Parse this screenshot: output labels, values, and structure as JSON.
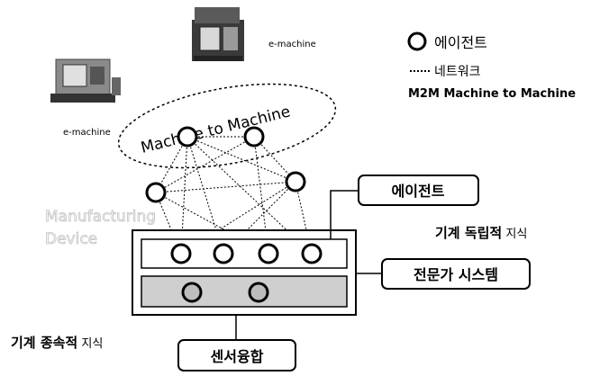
{
  "legend": {
    "agent_label": "에이전트",
    "network_label": "네트워크",
    "m2m_label": "M2M Machine to Machine"
  },
  "machines": {
    "top_label": "e-machine",
    "left_label": "e-machine"
  },
  "m2m_ellipse_label": "Machine to Machine",
  "manufacturing_device": {
    "line1": "Manufacturing",
    "line2": "Device"
  },
  "boxes": {
    "agent": "에이전트",
    "expert_system": "전문가 시스템",
    "sensor_fusion": "센서융합"
  },
  "knowledge": {
    "independent_bold": "기계 독립적",
    "independent_suffix": " 지식",
    "dependent_bold": "기계 종속적",
    "dependent_suffix": " 지식"
  },
  "colors": {
    "line": "#000000",
    "gray_panel": "#cfcfcf",
    "faded_text": "#c8c8c8"
  }
}
